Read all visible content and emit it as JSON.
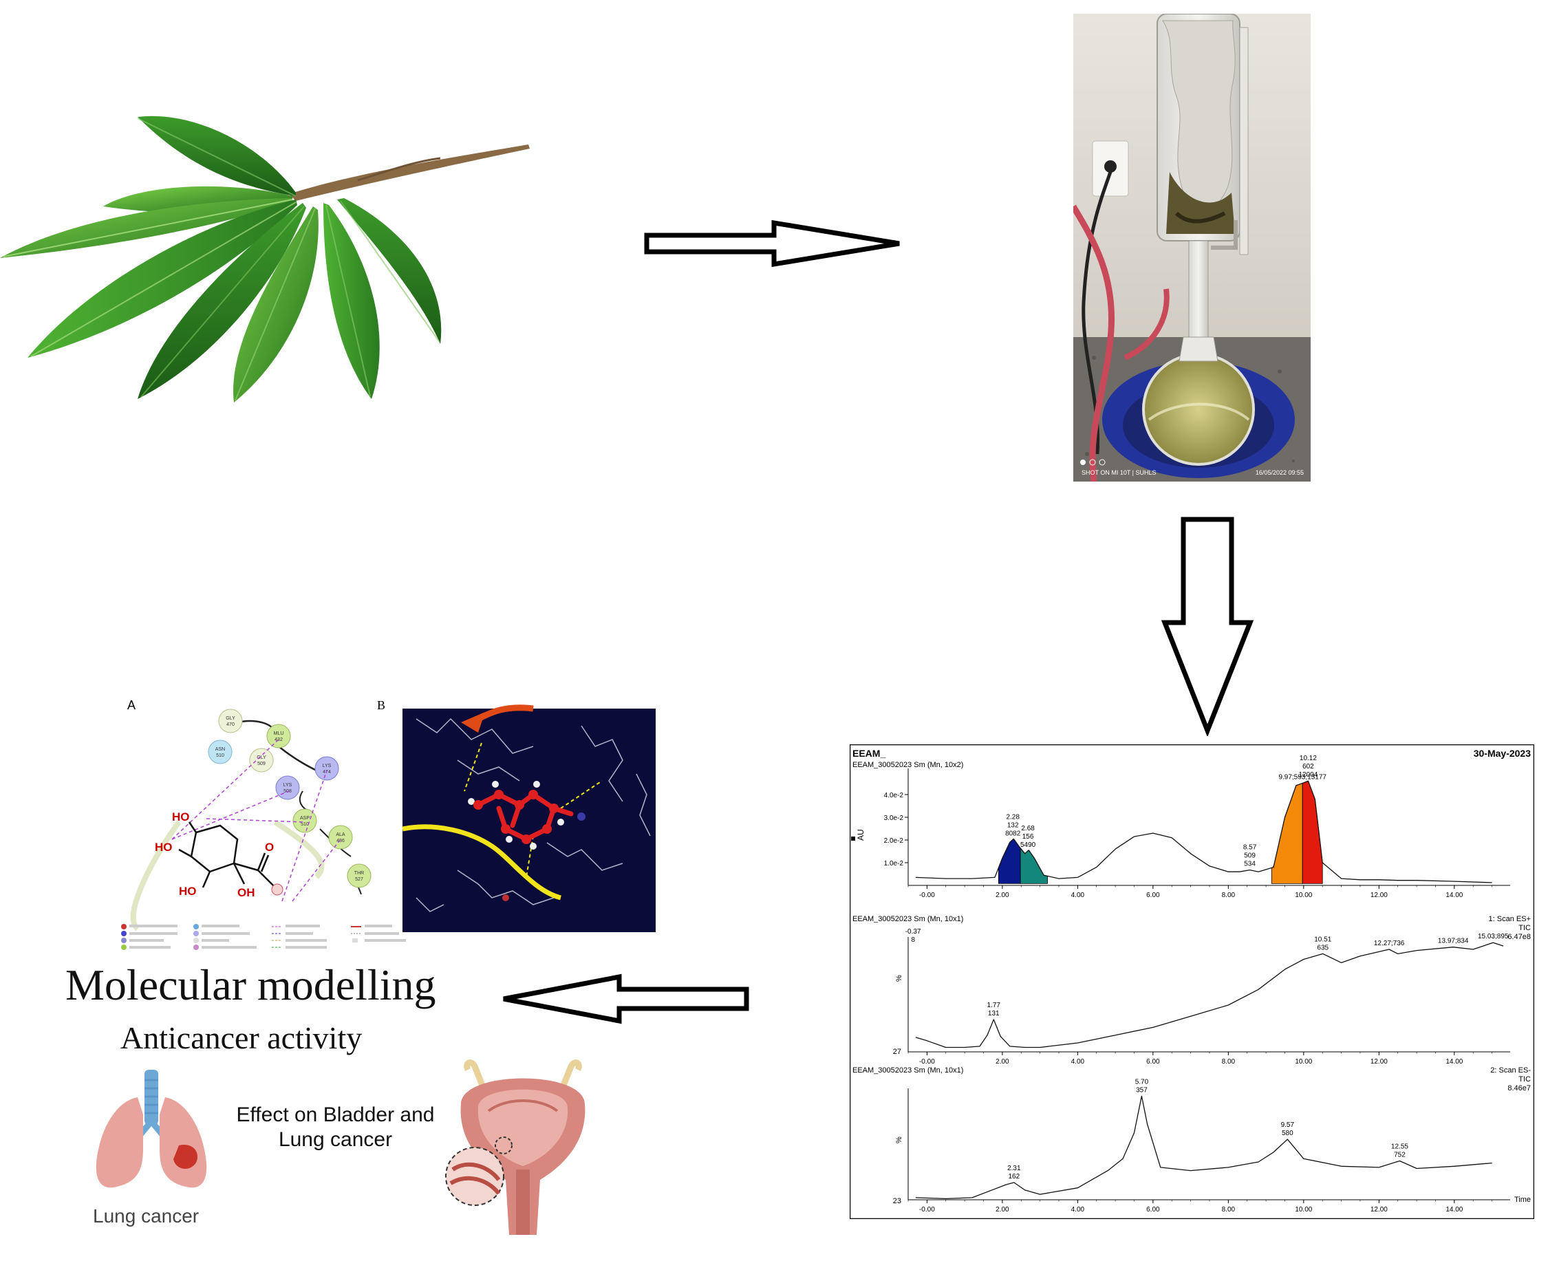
{
  "colors": {
    "leaf_dark": "#1f6b1a",
    "leaf_light": "#5cc23a",
    "arrow_stroke": "#000000",
    "peak_blue": "#0a1a8c",
    "peak_teal": "#13877a",
    "peak_orange": "#f58a0a",
    "peak_red": "#e31b0f",
    "docking_bg": "#0b0b3a",
    "ligand_red": "#e02020",
    "organ_pink": "#e8a49c"
  },
  "icons": [
    "leaf-branch-icon",
    "soxhlet-apparatus-icon",
    "lungs-icon",
    "bladder-icon",
    "arrow-right-icon",
    "arrow-down-icon",
    "arrow-left-icon"
  ],
  "photo_overlay": {
    "caption": "SHOT ON MI 10T | SUHLS",
    "datetime": "16/05/2022 09:55"
  },
  "docking": {
    "panel_a_label": "A",
    "panel_b_label": "B",
    "residues": [
      "GLY\n470",
      "MLU\n432",
      "ASN\n510",
      "GLY\n509",
      "LYS\n474",
      "LYS\n508",
      "ASP\n510",
      "ALA\n486",
      "THR\n527"
    ],
    "ring_labels": [
      "HO",
      "HO",
      "HO",
      "OH",
      "O"
    ]
  },
  "labels": {
    "molecular_modelling": "Molecular modelling",
    "anticancer": "Anticancer activity",
    "effect_line1": "Effect on Bladder and",
    "effect_line2": "Lung cancer",
    "lung_cancer": "Lung cancer"
  },
  "chart_data": [
    {
      "type": "line",
      "title": "EEAM_",
      "date": "30-May-2023",
      "trace_label": "EEAM_30052023 Sm (Mn, 10x2)",
      "ylabel": "AU",
      "yticks": [
        "4.0e-2",
        "3.0e-2",
        "2.0e-2",
        "1.0e-2"
      ],
      "xticks": [
        "-0.00",
        "2.00",
        "4.00",
        "6.00",
        "8.00",
        "10.00",
        "12.00",
        "14.00"
      ],
      "xlim": [
        -0.5,
        15.3
      ],
      "ylim": [
        0,
        0.05
      ],
      "x": [
        -0.3,
        0.5,
        1.2,
        1.8,
        2.0,
        2.2,
        2.3,
        2.45,
        2.6,
        2.7,
        2.85,
        3.1,
        3.5,
        4.0,
        4.5,
        5.0,
        5.5,
        6.0,
        6.5,
        7.0,
        7.5,
        8.0,
        8.3,
        8.57,
        8.8,
        9.2,
        9.5,
        9.8,
        9.97,
        10.12,
        10.3,
        10.5,
        11.0,
        11.5,
        12.0,
        12.5,
        13.0,
        14.0,
        15.0
      ],
      "y": [
        0.0035,
        0.003,
        0.003,
        0.0035,
        0.012,
        0.019,
        0.0205,
        0.017,
        0.014,
        0.0155,
        0.012,
        0.0045,
        0.003,
        0.0035,
        0.008,
        0.016,
        0.0215,
        0.023,
        0.021,
        0.014,
        0.0085,
        0.006,
        0.006,
        0.0068,
        0.006,
        0.008,
        0.03,
        0.044,
        0.045,
        0.046,
        0.038,
        0.01,
        0.003,
        0.0025,
        0.0025,
        0.0022,
        0.0022,
        0.0018,
        0.0012
      ],
      "peak_labels": [
        {
          "x": 2.28,
          "text": [
            "2.28",
            "132",
            "8082"
          ]
        },
        {
          "x": 2.68,
          "text": [
            "2.68",
            "156",
            "5490"
          ]
        },
        {
          "x": 8.57,
          "text": [
            "8.57",
            "509",
            "534"
          ]
        },
        {
          "x": 9.97,
          "text": [
            "9.97;593;13177"
          ]
        },
        {
          "x": 10.12,
          "text": [
            "10.12",
            "602",
            "12004"
          ]
        }
      ],
      "filled_peaks": [
        {
          "from": 1.9,
          "to": 2.48,
          "color": "#0a1a8c"
        },
        {
          "from": 2.48,
          "to": 3.2,
          "color": "#13877a"
        },
        {
          "from": 9.15,
          "to": 9.97,
          "color": "#f58a0a"
        },
        {
          "from": 9.97,
          "to": 10.5,
          "color": "#e31b0f"
        }
      ]
    },
    {
      "type": "line",
      "trace_label": "EEAM_30052023 Sm (Mn, 10x1)",
      "right_label": [
        "1: Scan ES+",
        "TIC",
        "6.47e8"
      ],
      "ylabel": "%",
      "ymin_label": "27",
      "xticks": [
        "-0.00",
        "2.00",
        "4.00",
        "6.00",
        "8.00",
        "10.00",
        "12.00",
        "14.00"
      ],
      "xlim": [
        -0.5,
        15.3
      ],
      "ylim": [
        0,
        100
      ],
      "x": [
        -0.3,
        0,
        0.5,
        1.0,
        1.4,
        1.6,
        1.77,
        1.95,
        2.2,
        2.6,
        3.0,
        4.0,
        5.0,
        6.0,
        7.0,
        8.0,
        8.8,
        9.5,
        10.0,
        10.51,
        11.0,
        11.5,
        12.27,
        12.5,
        13.0,
        13.97,
        14.5,
        15.03,
        15.3
      ],
      "y": [
        13,
        10,
        4,
        4,
        5,
        15,
        29,
        14,
        5,
        4,
        4,
        8,
        15,
        22,
        32,
        42,
        56,
        74,
        83,
        88,
        80,
        86,
        92,
        88,
        91,
        94,
        92,
        98,
        95
      ],
      "peak_labels": [
        {
          "x": -0.37,
          "text": [
            "-0.37",
            "8"
          ]
        },
        {
          "x": 1.77,
          "text": [
            "1.77",
            "131"
          ]
        },
        {
          "x": 10.51,
          "text": [
            "10.51",
            "635"
          ]
        },
        {
          "x": 12.27,
          "text": [
            "12.27;736"
          ]
        },
        {
          "x": 13.97,
          "text": [
            "13.97;834"
          ]
        },
        {
          "x": 15.03,
          "text": [
            "15.03;895"
          ]
        }
      ]
    },
    {
      "type": "line",
      "trace_label": "EEAM_30052023 Sm (Mn, 10x1)",
      "right_label": [
        "2: Scan ES-",
        "TIC",
        "8.46e7"
      ],
      "ylabel": "%",
      "ymin_label": "23",
      "xlabel": "Time",
      "xticks": [
        "-0.00",
        "2.00",
        "4.00",
        "6.00",
        "8.00",
        "10.00",
        "12.00",
        "14.00"
      ],
      "xlim": [
        -0.5,
        15.3
      ],
      "ylim": [
        0,
        100
      ],
      "x": [
        -0.3,
        0.5,
        1.2,
        1.8,
        2.1,
        2.31,
        2.6,
        3.0,
        4.0,
        4.8,
        5.2,
        5.5,
        5.7,
        5.85,
        6.2,
        7.0,
        8.0,
        8.8,
        9.2,
        9.57,
        10.0,
        11.0,
        12.0,
        12.55,
        13.0,
        14.0,
        15.0
      ],
      "y": [
        2,
        1,
        2,
        10,
        14,
        16,
        9,
        5,
        11,
        27,
        38,
        62,
        96,
        70,
        30,
        27,
        30,
        35,
        44,
        56,
        38,
        31,
        30,
        36,
        29,
        31,
        34
      ],
      "peak_labels": [
        {
          "x": 2.31,
          "text": [
            "2.31",
            "162"
          ]
        },
        {
          "x": 5.7,
          "text": [
            "5.70",
            "357"
          ]
        },
        {
          "x": 9.57,
          "text": [
            "9.57",
            "580"
          ]
        },
        {
          "x": 12.55,
          "text": [
            "12.55",
            "752"
          ]
        }
      ]
    }
  ]
}
